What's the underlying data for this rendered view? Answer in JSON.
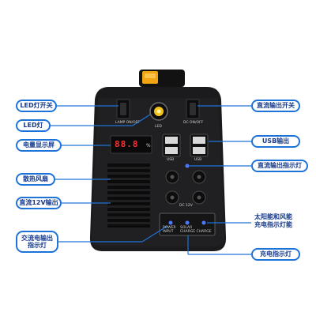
{
  "callouts": {
    "led_switch": "LED灯开关",
    "led_lamp": "LED灯",
    "battery_display": "电量显示屏",
    "cooling_fan": "散热风扇",
    "dc12v_output": "直流12V输出",
    "ac_output_indicator": "交流电输出\n指示灯",
    "dc_output_switch": "直流输出开关",
    "usb_output": "USB输出",
    "dc_output_indicator": "直流输出指示灯",
    "solar_wind_charging": "太阳能和风能\n充电指示灯能",
    "charging_indicator": "充电指示灯"
  },
  "panel": {
    "lamp_switch_label": "LAMP ON/OFF",
    "led_label": "LED",
    "dc_switch_label": "DC ON/OFF",
    "display_digits": "88.8",
    "display_unit": "%",
    "usb_label_left": "USB",
    "usb_label_right": "USB",
    "dc12v_label": "DC 12V",
    "power_label": "POWER\nINPUT",
    "solar_label": "SOLAR\nCHARGE CHARGE"
  },
  "colors": {
    "callout_border": "#1e73d8",
    "callout_text": "#163a8c",
    "device_body": "#1b1b1d",
    "xt60_connector": "#f2a413",
    "display_red": "#ff3030",
    "led_indicator": "#4a7bff"
  }
}
